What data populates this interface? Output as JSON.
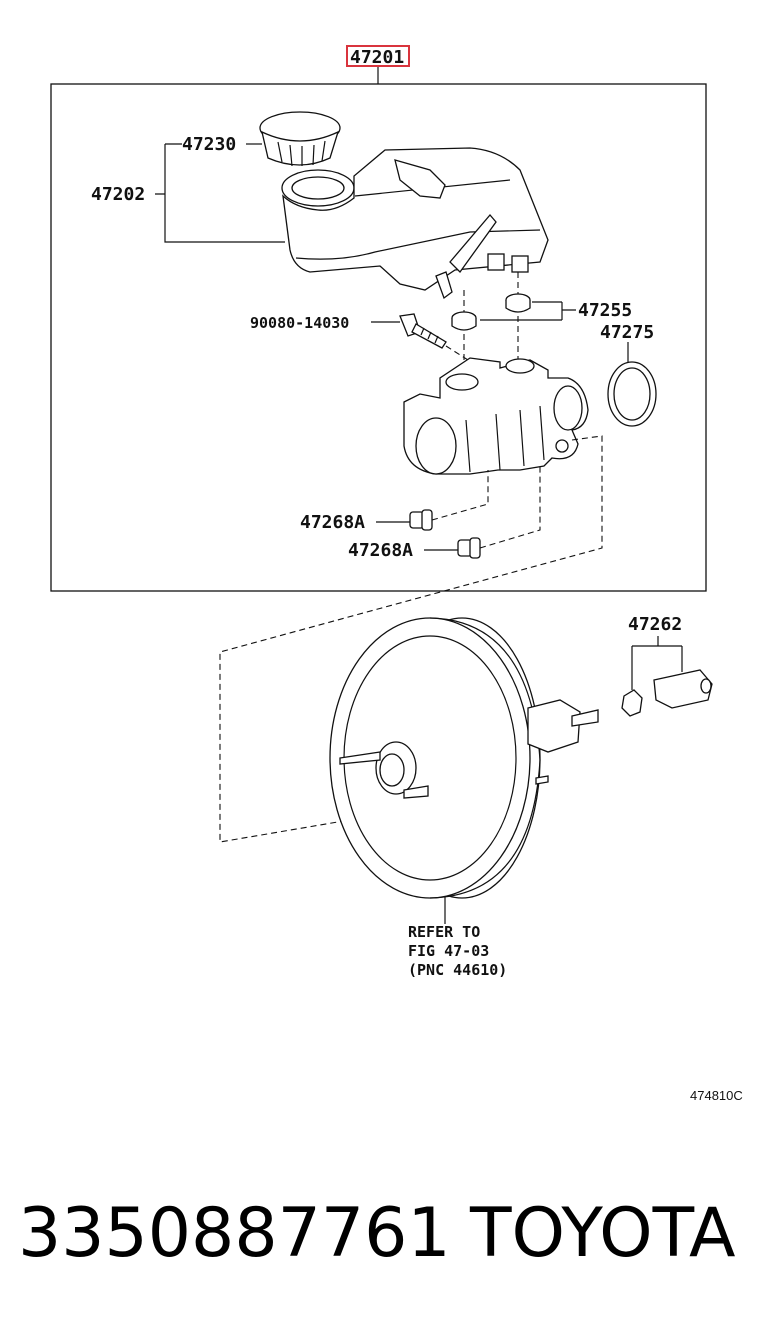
{
  "header_part": "47201",
  "labels": {
    "cap": "47230",
    "reservoir": "47202",
    "screw": "90080-14030",
    "grommet": "47255",
    "oring": "47275",
    "plug1": "47268A",
    "plug2": "47268A",
    "clevis": "47262"
  },
  "refer": {
    "line1": "REFER TO",
    "line2": "FIG 47-03",
    "line3": "(PNC 44610)"
  },
  "figure_code": "474810C",
  "footer": {
    "part_number": "3350887761",
    "brand": "TOYOTA"
  },
  "colors": {
    "highlight": "#d9343d",
    "ink": "#111111"
  }
}
